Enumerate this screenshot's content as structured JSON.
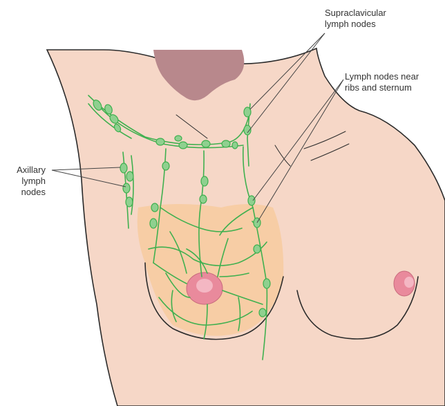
{
  "labels": {
    "supraclavicular": [
      "Supraclavicular",
      "lymph nodes"
    ],
    "ribs_sternum": [
      "Lymph nodes near",
      "ribs and sternum"
    ],
    "axillary": [
      "Axillary",
      "lymph",
      "nodes"
    ]
  },
  "colors": {
    "skin": "#f6d7c7",
    "skin_outline": "#2b2b2b",
    "hair": "#b8888c",
    "breast_tissue": "#f7c99a",
    "lymph": "#3fb04f",
    "lymph_node_fill": "#8fd08f",
    "areola": "#e98a9c",
    "nipple": "#f4b7c3",
    "leader_line": "#444444"
  }
}
